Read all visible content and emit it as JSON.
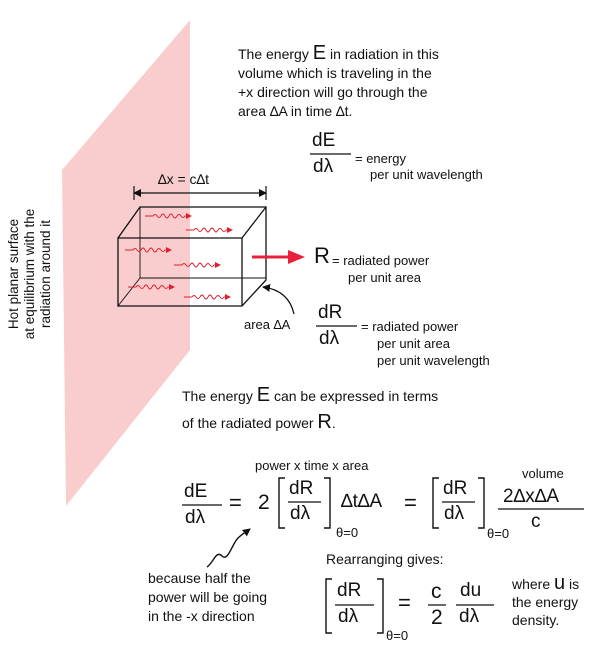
{
  "left_caption": [
    "Hot planar surface",
    "at equilibrium with the",
    "radiation around it"
  ],
  "intro": {
    "line1a": "The energy",
    "E": "E",
    "line1b": "in radiation in this",
    "line2": "volume which is traveling in the",
    "line3": "+x direction will go through the",
    "line4": "area ∆A in time ∆t."
  },
  "dE_dlambda": {
    "num": "dE",
    "den": "dλ",
    "desc1": "= energy",
    "desc2": "per unit wavelength"
  },
  "box_label": "∆x = c∆t",
  "R_def": {
    "symbol": "R",
    "desc1": "= radiated power",
    "desc2": "per unit area"
  },
  "area_label": "area ∆A",
  "dR_dlambda": {
    "num": "dR",
    "den": "dλ",
    "desc1": "= radiated power",
    "desc2": "per unit area",
    "desc3": "per unit wavelength"
  },
  "express": {
    "line1a": "The energy",
    "E": "E",
    "line1b": "can be expressed in terms",
    "line2a": "of the radiated power",
    "R": "R",
    "period": "."
  },
  "equation1": {
    "annot": "power x time x area",
    "lhs_num": "dE",
    "lhs_den": "dλ",
    "eq1": "=",
    "two": "2",
    "b1_num": "dR",
    "b1_den": "dλ",
    "sub1": "θ=0",
    "mid": "∆t∆A",
    "eq2": "=",
    "b2_num": "dR",
    "b2_den": "dλ",
    "sub2": "θ=0",
    "vol_label": "volume",
    "frac_num": "2∆x∆A",
    "frac_den": "c"
  },
  "note": [
    "because half the",
    "power will be going",
    "in the -x direction"
  ],
  "rearranging": "Rearranging gives:",
  "equation2": {
    "b_num": "dR",
    "b_den": "dλ",
    "sub": "θ=0",
    "eq": "=",
    "c_num": "c",
    "c_den": "2",
    "du_num": "du",
    "du_den": "dλ"
  },
  "where": {
    "a": "where",
    "u": "u",
    "b": "is",
    "line2": "the energy",
    "line3": "density."
  },
  "colors": {
    "plane": "#f9cdcd",
    "arrow": "#e8203a",
    "wave": "#e0202e",
    "ink": "#111111"
  }
}
